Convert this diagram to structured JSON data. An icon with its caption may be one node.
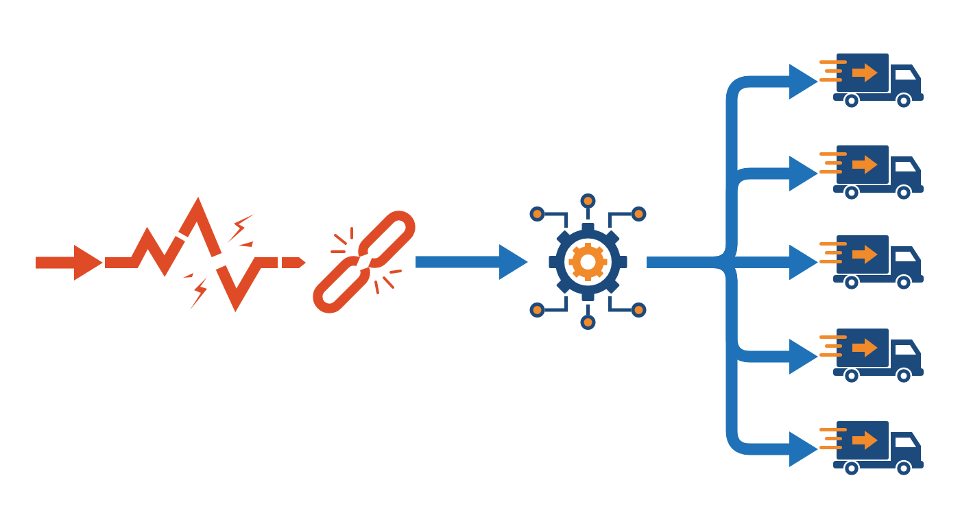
{
  "diagram": {
    "nodes": [
      {
        "text": [],
        "shape": "picture"
      },
      {
        "text": [],
        "shape": "picture"
      },
      {
        "text": [],
        "shape": "picture"
      },
      {
        "text": [],
        "shape": "picture"
      },
      {
        "text": [],
        "shape": "picture"
      },
      {
        "text": [],
        "shape": "picture"
      },
      {
        "text": [],
        "shape": "picture"
      },
      {
        "text": [],
        "shape": "picture"
      }
    ],
    "edges": [
      {
        "from": null,
        "to": 0,
        "arrow": "to",
        "color": "#e04b27"
      },
      {
        "from": 1,
        "to": 2,
        "arrow": "to"
      },
      {
        "from": 2,
        "to": 3,
        "arrow": "to"
      },
      {
        "from": 2,
        "to": 4,
        "arrow": "to"
      },
      {
        "from": 2,
        "to": 5,
        "arrow": "to"
      },
      {
        "from": 2,
        "to": 6,
        "arrow": "to"
      },
      {
        "from": 2,
        "to": 7,
        "arrow": "to"
      }
    ]
  }
}
